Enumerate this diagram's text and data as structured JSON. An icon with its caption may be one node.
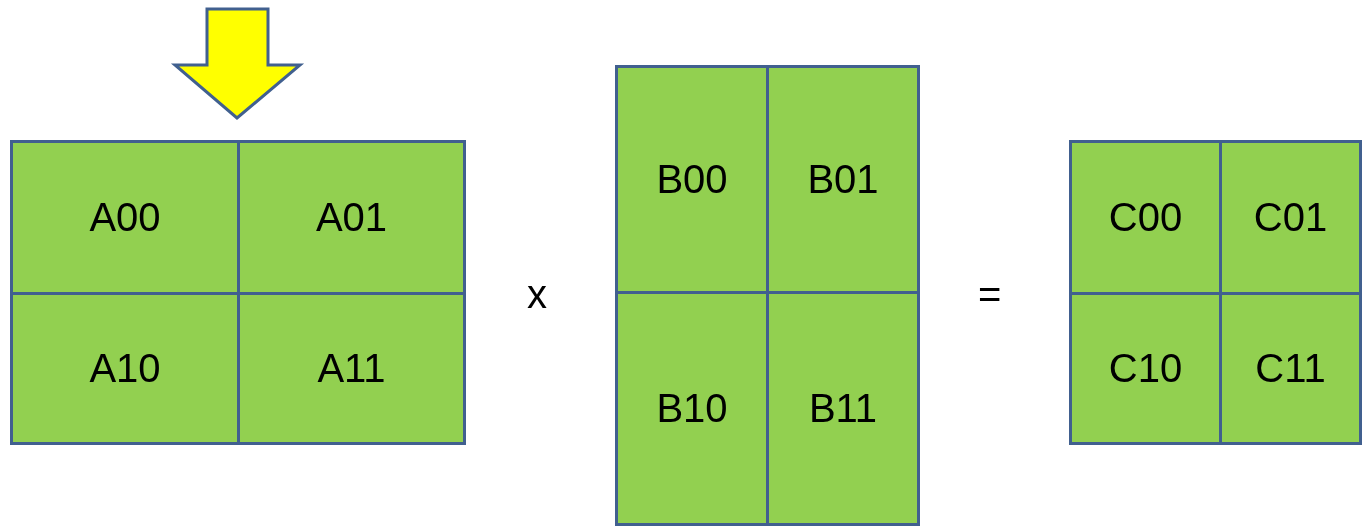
{
  "diagram": {
    "nodes": [
      {
        "text": [
          "A00"
        ]
      },
      {
        "text": [
          "A01"
        ]
      },
      {
        "text": [
          "A10"
        ]
      },
      {
        "text": [
          "A11"
        ]
      },
      {
        "text": [
          "B00"
        ]
      },
      {
        "text": [
          "B01"
        ]
      },
      {
        "text": [
          "B10"
        ]
      },
      {
        "text": [
          "B11"
        ]
      },
      {
        "text": [
          "C00"
        ]
      },
      {
        "text": [
          "C01"
        ]
      },
      {
        "text": [
          "C10"
        ]
      },
      {
        "text": [
          "C11"
        ]
      }
    ],
    "labels": [
      "x",
      "="
    ]
  }
}
